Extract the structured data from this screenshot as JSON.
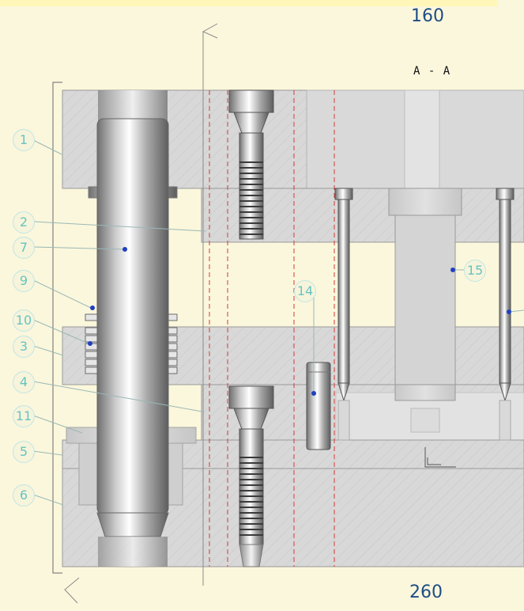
{
  "dimensions": {
    "top": "160",
    "bottom": "260"
  },
  "section_label": "A - A",
  "callouts": [
    "1",
    "2",
    "7",
    "9",
    "10",
    "3",
    "4",
    "11",
    "5",
    "6",
    "14",
    "15"
  ],
  "colors": {
    "background": "#fbf7dc",
    "dimension_text": "#1f4d86",
    "callout": "#66c5bf",
    "leader_dot": "#1f3fbf",
    "plate": "#d8d8d8"
  }
}
